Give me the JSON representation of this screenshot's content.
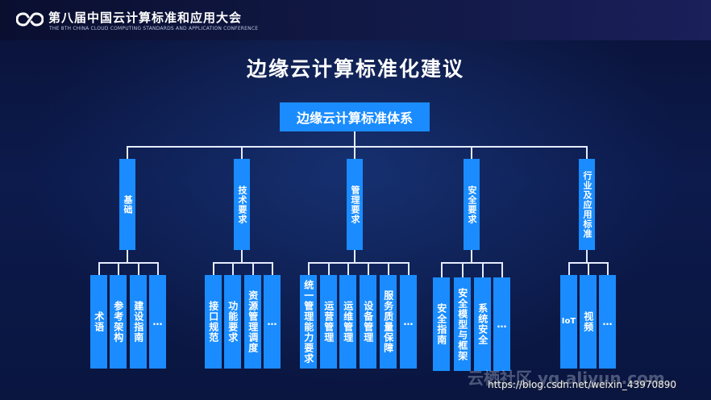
{
  "header": {
    "conference_title": "第八届中国云计算标准和应用大会",
    "conference_subtitle": "THE 8TH CHINA CLOUD COMPUTING STANDARDS AND APPLICATION CONFERENCE"
  },
  "slide": {
    "title": "边缘云计算标准化建议",
    "root": "边缘云计算标准体系",
    "categories": [
      {
        "label": "基础",
        "items": [
          "术语",
          "参考架构",
          "建设指南",
          "…"
        ]
      },
      {
        "label": "技术要求",
        "items": [
          "接口规范",
          "功能要求",
          "资源管理调度",
          "…"
        ]
      },
      {
        "label": "管理要求",
        "items": [
          "统一管理能力要求",
          "运营管理",
          "运维管理",
          "设备管理",
          "服务质量保障",
          "…"
        ]
      },
      {
        "label": "安全要求",
        "items": [
          "安全指南",
          "安全模型与框架",
          "系统安全",
          "…"
        ]
      },
      {
        "label": "行业及应用标准",
        "items": [
          "IoT",
          "视频",
          "…"
        ]
      }
    ]
  },
  "watermarks": {
    "brand": "云栖社区 yq.aliyun.com",
    "url": "https://blog.csdn.net/weixin_43970890"
  },
  "colors": {
    "background": "#0c1a4c",
    "box": "#1a8cff",
    "connector": "#e6ecff"
  }
}
